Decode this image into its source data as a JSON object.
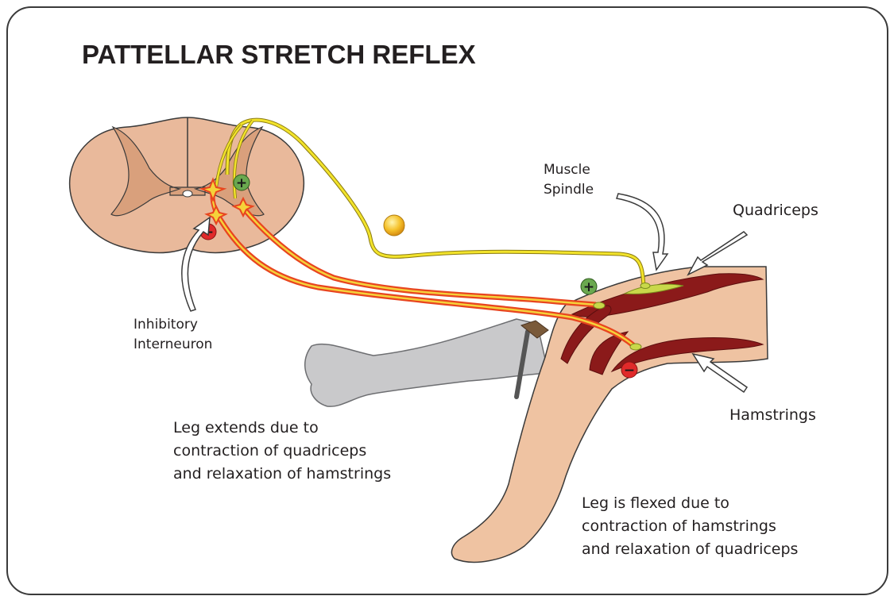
{
  "title": "PATTELLAR STRETCH REFLEX",
  "labels": {
    "muscle_spindle": "Muscle\nSpindle",
    "quadriceps": "Quadriceps",
    "inhibitory_interneuron": "Inhibitory\nInterneuron",
    "hamstrings": "Hamstrings",
    "leg_extends": "Leg extends due to\ncontraction of quadriceps\nand relaxation of hamstrings",
    "leg_flexed": "Leg is flexed due to\ncontraction of hamstrings\nand relaxation of quadriceps"
  },
  "signs": {
    "excitatory": "+",
    "inhibitory": "−"
  },
  "colors": {
    "frame": "#3a3a3a",
    "cord_outer": "#e9b99b",
    "cord_grey_matter": "#d9a07c",
    "sensory_neuron": "#f2e32b",
    "motor_neuron": "#e8451f",
    "motor_core": "#f5d23a",
    "muscle": "#8b1a1a",
    "skin": "#efc3a2",
    "extended_leg": "#c9c9cb",
    "plus_sign": "#6aa84f",
    "minus_sign": "#e02a2a",
    "ganglion": "#f2b51e"
  }
}
